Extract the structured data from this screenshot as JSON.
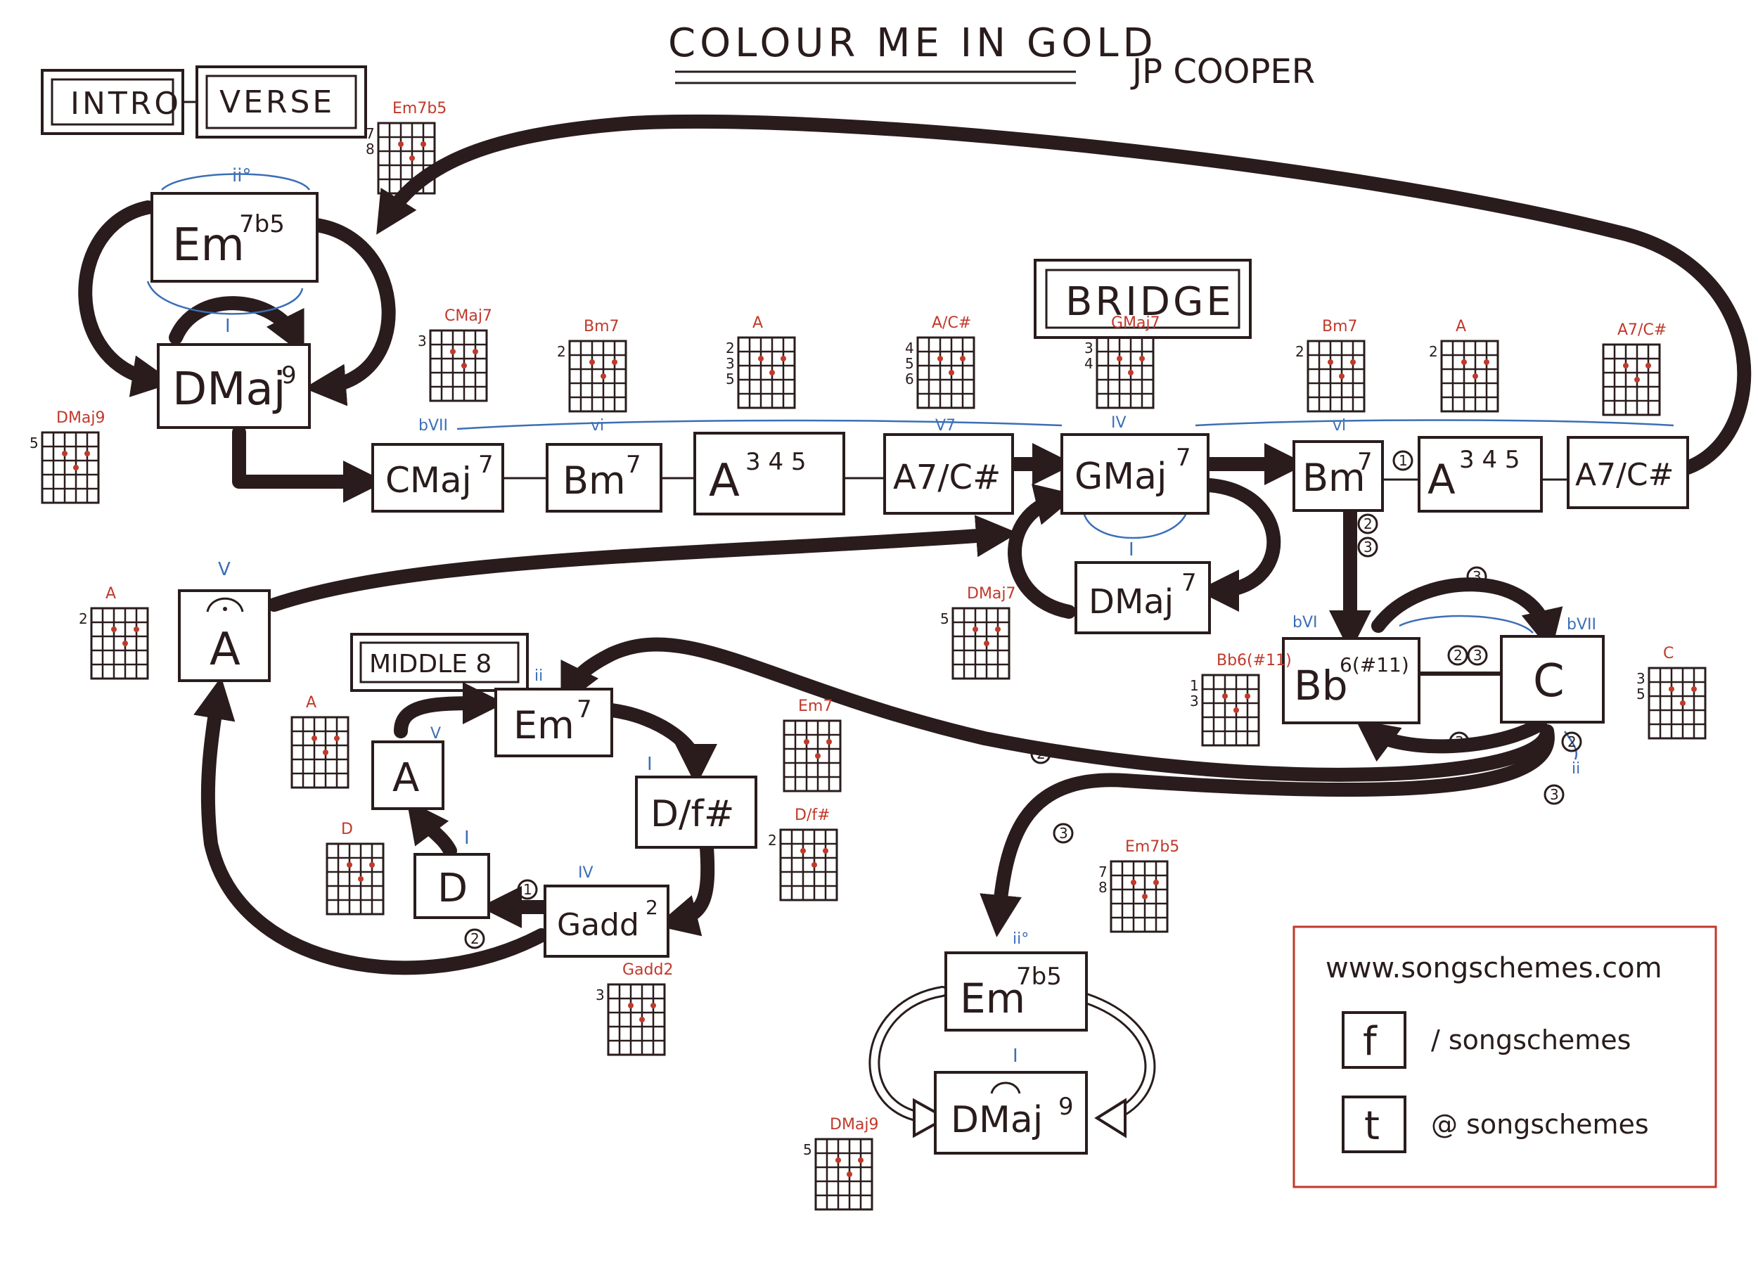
{
  "title": "COLOUR ME IN GOLD",
  "artist": "JP COOPER",
  "sections": {
    "intro": "INTRO",
    "verse": "VERSE",
    "bridge": "BRIDGE",
    "middle8": "MIDDLE 8"
  },
  "chords": {
    "intro_em7b5": {
      "root": "Em",
      "ext": "7b5"
    },
    "intro_dmaj9": {
      "root": "DMaj",
      "ext": "9"
    },
    "cmaj7": {
      "root": "CMaj",
      "ext": "7"
    },
    "bm7": {
      "root": "Bm",
      "ext": "7"
    },
    "a_sus": {
      "root": "A",
      "ext": "3 4 5"
    },
    "a7c": {
      "root": "A7/C#",
      "ext": ""
    },
    "gmaj7": {
      "root": "GMaj",
      "ext": "7"
    },
    "bm7_b": {
      "root": "Bm",
      "ext": "7"
    },
    "a_sus_b": {
      "root": "A",
      "ext": "3 4 5"
    },
    "a7c_b": {
      "root": "A7/C#",
      "ext": ""
    },
    "dmaj7": {
      "root": "DMaj",
      "ext": "7"
    },
    "bb6": {
      "root": "Bb",
      "ext": "6(#11)"
    },
    "c": {
      "root": "C",
      "ext": ""
    },
    "a_fermata": {
      "root": "A",
      "ext": ""
    },
    "m8_em7": {
      "root": "Em",
      "ext": "7"
    },
    "m8_a": {
      "root": "A",
      "ext": ""
    },
    "m8_df": {
      "root": "D/f#",
      "ext": ""
    },
    "m8_d": {
      "root": "D",
      "ext": ""
    },
    "m8_gadd2": {
      "root": "Gadd",
      "ext": "2"
    },
    "end_em7b5": {
      "root": "Em",
      "ext": "7b5"
    },
    "end_dmaj9": {
      "root": "DMaj",
      "ext": "9"
    }
  },
  "roman": {
    "ii0_intro": "ii°",
    "I_intro": "I",
    "bVII": "bVII",
    "vi": "vi",
    "V7": "V7",
    "IV": "IV",
    "vi_b": "vi",
    "I_bridge": "I",
    "bVI": "bVI",
    "bVII_b": "bVII",
    "V": "V",
    "ii_m8": "ii",
    "I_m8": "I",
    "V_m8": "V",
    "I_m8b": "I",
    "IV_m8": "IV",
    "ii0_end": "ii°",
    "I_end": "I",
    "ii_c": "ii"
  },
  "grid_labels": {
    "em7b5_top": "Em7b5",
    "dmaj9_left": "DMaj9",
    "cmaj7": "CMaj7",
    "bm7": "Bm7",
    "a": "A",
    "a7c": "A/C#",
    "gmaj7": "GMaj7",
    "bm7_b": "Bm7",
    "a_b": "A",
    "a7c_b": "A7/C#",
    "dmaj7": "DMaj7",
    "a_left": "A",
    "a_m8": "A",
    "em7_m8": "Em7",
    "d_m8": "D",
    "df_m8": "D/f#",
    "bb6": "Bb6(#11)",
    "c": "C",
    "gadd2": "Gadd2",
    "em7b5_end": "Em7b5",
    "dmaj9_end": "DMaj9"
  },
  "fret_numbers": {
    "em7b5_top": [
      "7",
      "8"
    ],
    "dmaj9_left": [
      "5"
    ],
    "cmaj7": [
      "3"
    ],
    "bm7": [
      "2"
    ],
    "a": [
      "2",
      "3",
      "5"
    ],
    "a7c": [
      "4",
      "5",
      "6"
    ],
    "gmaj7": [
      "3",
      "4"
    ],
    "bm7_b": [
      "2"
    ],
    "a_b": [
      "2"
    ],
    "dmaj7": [
      "5"
    ],
    "a_left": [
      "2"
    ],
    "bb6": [
      "1",
      "3"
    ],
    "c": [
      "3",
      "5"
    ],
    "gadd2": [
      "3"
    ],
    "em7b5_end": [
      "7",
      "8"
    ],
    "dmaj9_end": [
      "5"
    ],
    "df_m8": [
      "2"
    ]
  },
  "path_markers": {
    "m1": "1",
    "m2": "2",
    "m3": "3"
  },
  "footer": {
    "website": "www.songschemes.com",
    "facebook_icon": "f",
    "facebook": "/ songschemes",
    "twitter_icon": "t",
    "twitter": "@ songschemes"
  },
  "colors": {
    "ink": "#2a1c1c",
    "red_annotation": "#c0392b",
    "blue_annotation": "#3b6fb6",
    "footer_border": "#c0392b"
  }
}
